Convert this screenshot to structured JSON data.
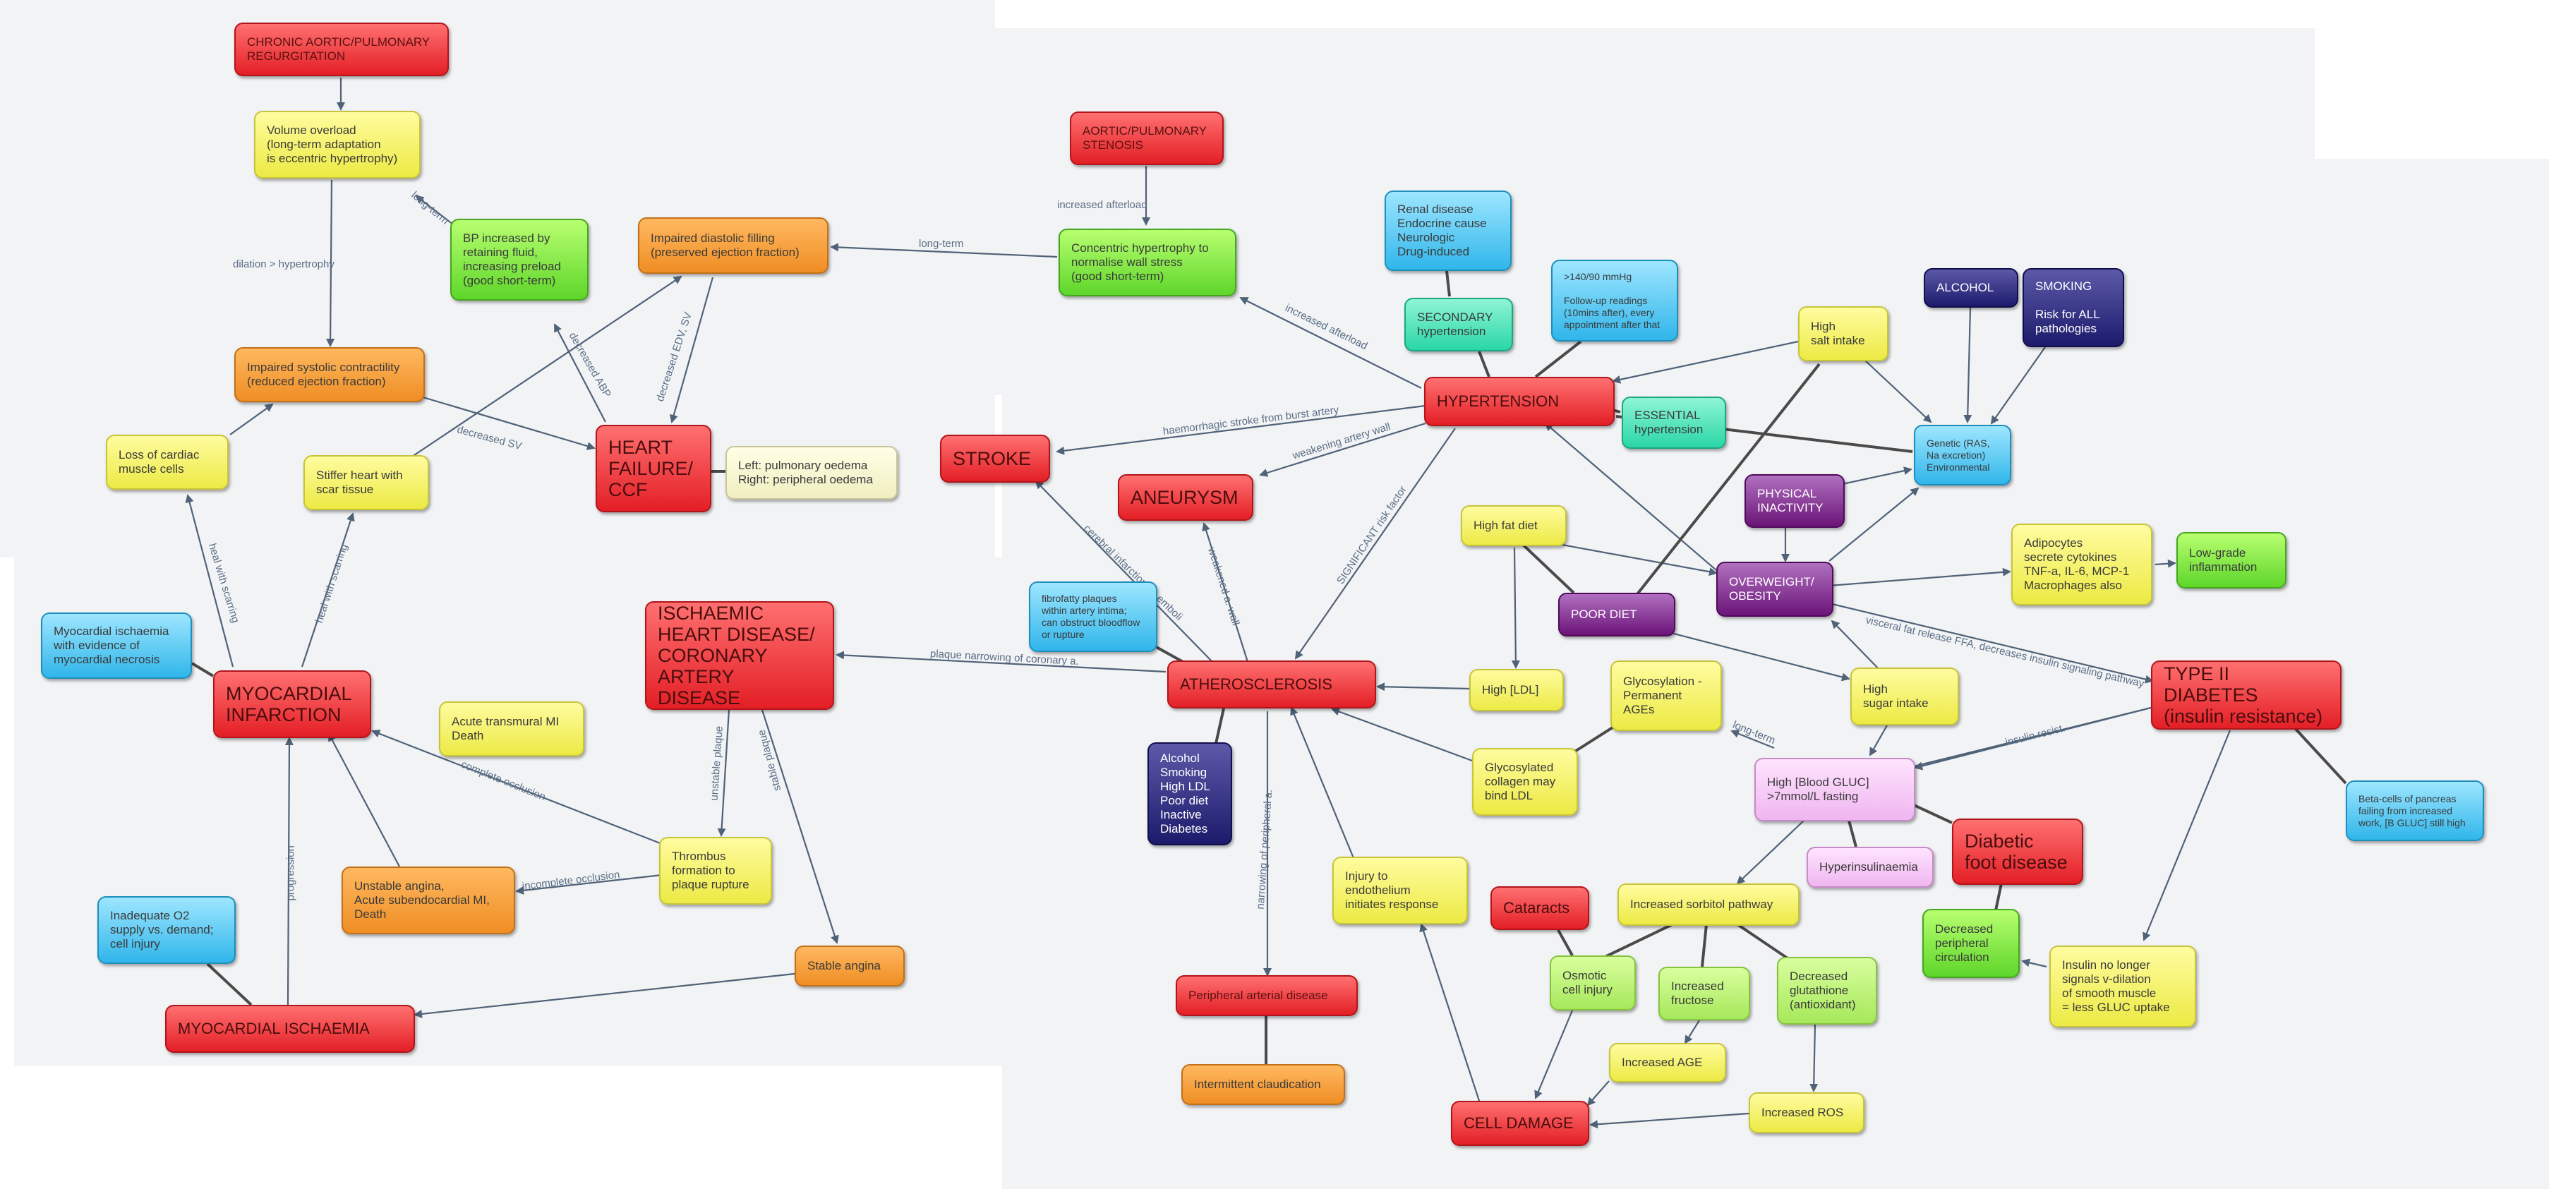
{
  "nodes": {
    "chronic_regurg": "CHRONIC AORTIC/PULMONARY\nREGURGITATION",
    "volume_overload": "Volume overload\n(long-term adaptation\nis eccentric hypertrophy)",
    "bp_increased": "BP increased by\nretaining fluid,\nincreasing preload\n(good short-term)",
    "impaired_diastolic": "Impaired diastolic filling\n(preserved ejection fraction)",
    "aortic_stenosis": "AORTIC/PULMONARY\nSTENOSIS",
    "concentric": "Concentric hypertrophy to\nnormalise wall stress\n(good short-term)",
    "renal": "Renal disease\nEndocrine cause\nNeurologic\nDrug-induced",
    "bp_reading": ">140/90 mmHg\n\nFollow-up readings\n(10mins after), every\nappointment after that",
    "secondary": "SECONDARY\nhypertension",
    "hypertension": "HYPERTENSION",
    "essential": "ESSENTIAL\nhypertension",
    "high_salt": "High\nsalt intake",
    "alcohol_top": "ALCOHOL",
    "smoking": "SMOKING\n\nRisk for ALL\npathologies",
    "genetic": "Genetic (RAS,\nNa excretion)\nEnvironmental",
    "impaired_systolic": "Impaired systolic contractility\n(reduced ejection fraction)",
    "loss_cardiac": "Loss of cardiac\nmuscle cells",
    "stiffer_heart": "Stiffer heart with\nscar tissue",
    "heart_failure": "HEART\nFAILURE/\nCCF",
    "oedema": "Left: pulmonary oedema\nRight: peripheral oedema",
    "stroke": "STROKE",
    "aneurysm": "ANEURYSM",
    "physical_inactivity": "PHYSICAL\nINACTIVITY",
    "overweight": "OVERWEIGHT/\nOBESITY",
    "adipocytes": "Adipocytes\nsecrete cytokines\nTNF-a, IL-6, MCP-1\nMacrophages also",
    "low_grade": "Low-grade\ninflammation",
    "high_fat": "High fat diet",
    "poor_diet": "POOR DIET",
    "fibrofatty": "fibrofatty plaques\nwithin artery intima;\ncan obstruct bloodflow\nor rupture",
    "myocardial_ischaemia_necrosis": "Myocardial ischaemia\nwith evidence of\nmyocardial necrosis",
    "ihd": "ISCHAEMIC\nHEART DISEASE/\nCORONARY\nARTERY DISEASE",
    "atherosclerosis": "ATHEROSCLEROSIS",
    "high_ldl": "High [LDL]",
    "glycosylation": "Glycosylation -\nPermanent\nAGEs",
    "high_sugar": "High\nsugar intake",
    "type2": "TYPE II DIABETES\n(insulin resistance)",
    "mi": "MYOCARDIAL\nINFARCTION",
    "acute_transmural": "Acute transmural MI\nDeath",
    "risk_list": "Alcohol\nSmoking\nHigh LDL\nPoor diet\nInactive\nDiabetes",
    "glycosylated_collagen": "Glycosylated\ncollagen may\nbind LDL",
    "blood_gluc": "High [Blood GLUC]\n>7mmol/L fasting",
    "beta_cells": "Beta-cells of pancreas\nfailing from increased\nwork, [B GLUC] still high",
    "thrombus": "Thrombus\nformation to\nplaque rupture",
    "hyperinsulinaemia": "Hyperinsulinaemia",
    "diabetic_foot": "Diabetic\nfoot disease",
    "inadequate_o2": "Inadequate O2\nsupply vs. demand;\ncell injury",
    "unstable_angina": "Unstable angina,\nAcute subendocardial MI,\nDeath",
    "injury_endothelium": "Injury to\nendothelium\ninitiates response",
    "cataracts": "Cataracts",
    "sorbitol": "Increased sorbitol pathway",
    "decreased_peripheral": "Decreased\nperipheral\ncirculation",
    "stable_angina": "Stable angina",
    "insulin_no_longer": "Insulin no longer\nsignals v-dilation\nof smooth muscle\n= less GLUC uptake",
    "osmotic": "Osmotic\ncell injury",
    "increased_fructose": "Increased\nfructose",
    "decreased_glutathione": "Decreased\nglutathione\n(antioxidant)",
    "myocardial_ischaemia": "MYOCARDIAL ISCHAEMIA",
    "pad": "Peripheral arterial disease",
    "increased_age": "Increased AGE",
    "increased_ros": "Increased ROS",
    "intermittent": "Intermittent claudication",
    "cell_damage": "CELL DAMAGE"
  },
  "edge_labels": {
    "increased_afterload_1": "increased afterload",
    "long_term_1": "long-term",
    "long_term_2": "long-term",
    "dilation": "dilation > hypertrophy",
    "increased_afterload_2": "increased afterload",
    "decreased_abp": "decreased ABP",
    "decreased_edv": "decreased EDV, SV",
    "decreased_sv": "decreased SV",
    "haemorrhagic": "haemorrhagic stroke from burst artery",
    "weakening": "weakening artery wall",
    "significant": "SIGNIFICANT risk factor",
    "cerebral": "cerebral infarction by emboli",
    "weakened": "weakened a. wall",
    "plaque_narrowing": "plaque narrowing of coronary a.",
    "heal_scarring_1": "heal with scarring",
    "heal_scarring_2": "heal with scarring",
    "visceral_fat": "visceral fat release FFA, decreases insulin signaling pathway",
    "insulin_resist": "insulin resist.",
    "long_term_3": "long-term",
    "complete_occlusion": "complete occlusion",
    "unstable_plaque": "unstable plaque",
    "stable_plaque": "stable plaque",
    "incomplete_occlusion": "incomplete occlusion",
    "narrowing_peripheral": "narrowing of peripheral a.",
    "progression": "progression"
  }
}
